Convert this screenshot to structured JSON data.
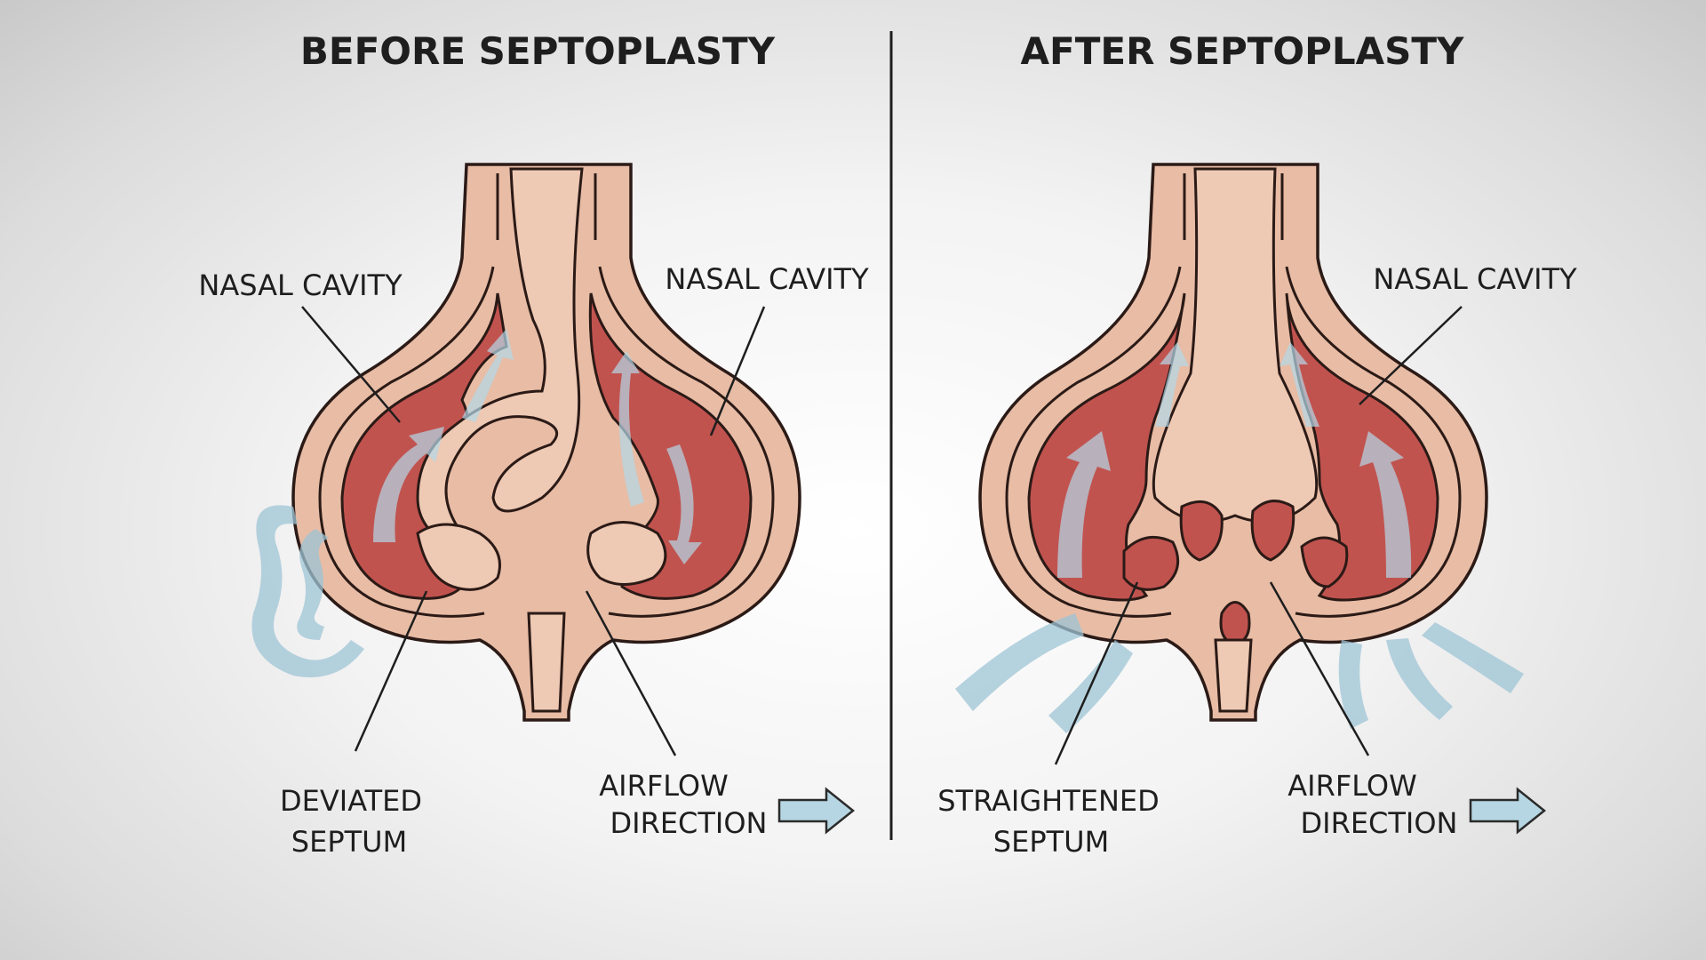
{
  "panels": {
    "before": {
      "title": "BEFORE SEPTOPLASTY",
      "label_nasal_left": "NASAL CAVITY",
      "label_nasal_right": "NASAL CAVITY",
      "label_septum_1": "DEVIATED",
      "label_septum_2": "SEPTUM",
      "label_airflow_1": "AIRFLOW",
      "label_airflow_2": "DIRECTION"
    },
    "after": {
      "title": "AFTER SEPTOPLASTY",
      "label_nasal_right": "NASAL CAVITY",
      "label_septum_1": "STRAIGHTENED",
      "label_septum_2": "SEPTUM",
      "label_airflow_1": "AIRFLOW",
      "label_airflow_2": "DIRECTION"
    }
  },
  "colors": {
    "skin": "#e8bca5",
    "cavity": "#c1534f",
    "airflow": "#9dc4d6",
    "outline": "#2b1a16"
  }
}
